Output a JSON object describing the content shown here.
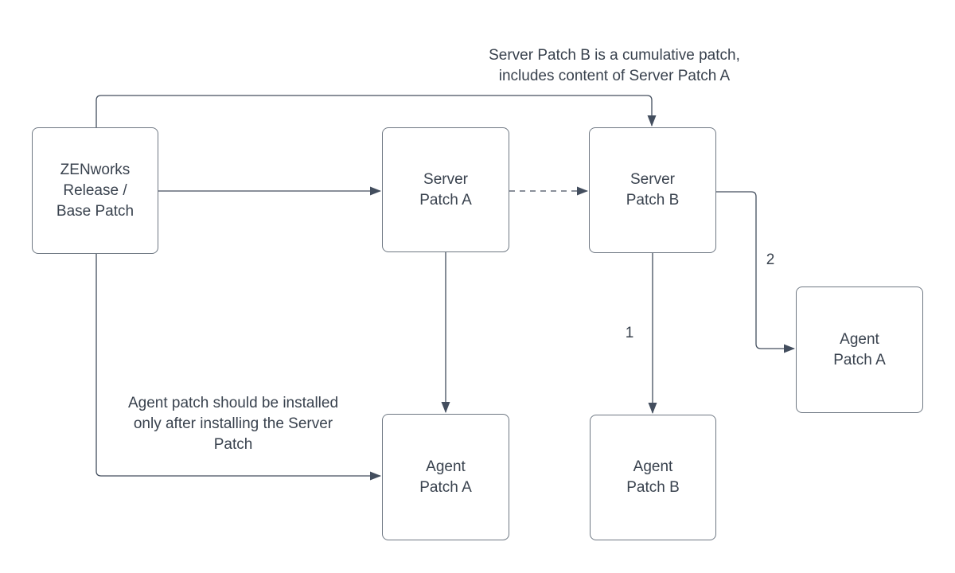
{
  "colors": {
    "stroke": "#434e5e",
    "border": "#6f7883",
    "text": "#39424e",
    "node_fill": "#ffffff",
    "background": "#ffffff"
  },
  "annotations": {
    "top_note": "Server Patch B is a cumulative patch,\nincludes content of Server Patch A",
    "install_order_note": "Agent patch should be installed\nonly after installing the Server\nPatch"
  },
  "nodes": [
    {
      "id": "zenworks-release-base-patch",
      "label": "ZENworks\nRelease /\nBase Patch"
    },
    {
      "id": "server-patch-a",
      "label": "Server\nPatch A"
    },
    {
      "id": "server-patch-b",
      "label": "Server\nPatch B"
    },
    {
      "id": "agent-patch-a-bottom",
      "label": "Agent\nPatch A"
    },
    {
      "id": "agent-patch-b",
      "label": "Agent\nPatch B"
    },
    {
      "id": "agent-patch-a-right",
      "label": "Agent\nPatch A"
    }
  ],
  "edge_labels": [
    {
      "id": "1",
      "text": "1"
    },
    {
      "id": "2",
      "text": "2"
    }
  ]
}
